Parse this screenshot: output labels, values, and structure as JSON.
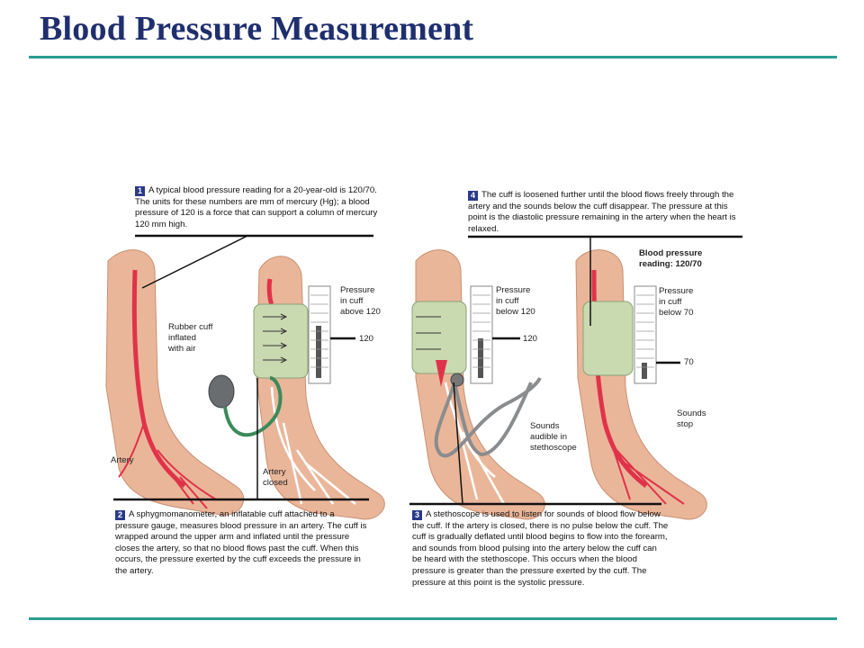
{
  "title": "Blood Pressure Measurement",
  "colors": {
    "title": "#1f2f6e",
    "rule": "#2a9d8f",
    "step_badge": "#2a3a8a",
    "artery": "#e0334a",
    "cuff": "#c9d9b0",
    "skin": "#eab69a"
  },
  "steps": [
    {
      "num": "1",
      "text": "A typical blood pressure reading for a 20-year-old is 120/70. The units for these numbers are mm of mercury (Hg); a blood pressure of 120 is a force that can support a column of mercury 120 mm high."
    },
    {
      "num": "2",
      "text": "A sphygmomanometer, an inflatable cuff attached to a pressure gauge, measures blood pressure in an artery. The cuff is wrapped around the upper arm and inflated until the pressure closes the artery, so that no blood flows past the cuff. When this occurs, the pressure exerted by the cuff exceeds the pressure in the artery."
    },
    {
      "num": "3",
      "text": "A stethoscope is used to listen for sounds of blood flow below the cuff. If the artery is closed, there is no pulse below the cuff. The cuff is gradually deflated until blood begins to flow into the forearm, and sounds from blood pulsing into the artery below the cuff can be heard with the stethoscope. This occurs when the blood pressure is greater than the pressure exerted by the cuff. The pressure at this point is the systolic pressure."
    },
    {
      "num": "4",
      "text": "The cuff is loosened further until the blood flows freely through the artery and the sounds below the cuff disappear. The pressure at this point is the diastolic pressure remaining in the artery when the heart is relaxed."
    }
  ],
  "labels": {
    "artery": "Artery",
    "rubber_cuff": "Rubber cuff\ninflated\nwith air",
    "artery_closed": "Artery\nclosed",
    "pressure_above_120": "Pressure\nin cuff\nabove 120",
    "gauge1_value": "120",
    "pressure_below_120": "Pressure\nin cuff\nbelow 120",
    "gauge2_value": "120",
    "sounds_audible": "Sounds\naudible in\nstethoscope",
    "bp_reading": "Blood pressure\nreading: 120/70",
    "pressure_below_70": "Pressure\nin cuff\nbelow 70",
    "gauge3_value": "70",
    "sounds_stop": "Sounds\nstop"
  }
}
